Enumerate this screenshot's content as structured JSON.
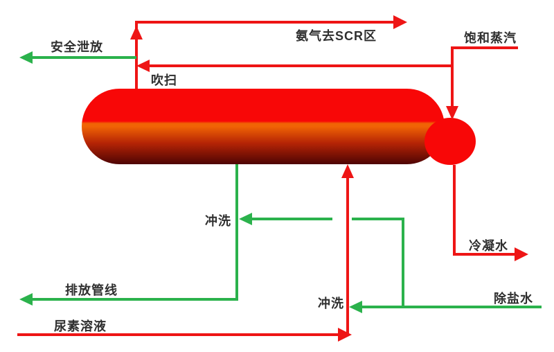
{
  "diagram": {
    "kind": "process-flow-diagram",
    "equipment": "horizontal-vessel"
  },
  "colors": {
    "background": "#ffffff",
    "line_red": "#ee1515",
    "line_green": "#2bb24c",
    "label_text": "#2f2f2f",
    "vessel_top_red": "#f80707",
    "vessel_mid_orange": "#f06305",
    "vessel_deep_red": "#b52405",
    "vessel_dark_maroon": "#4e0404",
    "vessel_bulge_red": "#f80707"
  },
  "labels": {
    "safety_relief": "安全泄放",
    "ammonia_to_scr": "氨气去SCR区",
    "saturated_steam": "饱和蒸汽",
    "purge": "吹扫",
    "flush_upper": "冲洗",
    "flush_lower": "冲洗",
    "condensate": "冷凝水",
    "drain_line": "排放管线",
    "urea_solution": "尿素溶液",
    "demin_water": "除盐水"
  }
}
